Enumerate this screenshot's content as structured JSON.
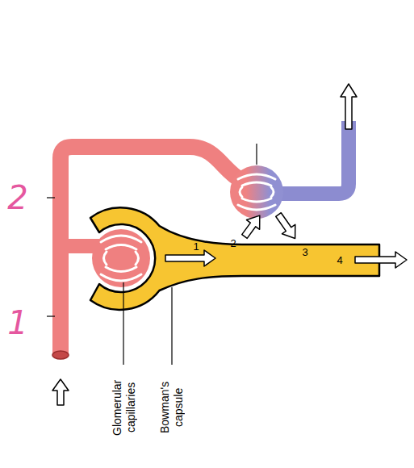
{
  "diagram": {
    "labels": [
      "2",
      "1",
      "2",
      "3",
      "4",
      "1",
      "Glomerular capillaries",
      "Bowman's capsule"
    ]
  }
}
